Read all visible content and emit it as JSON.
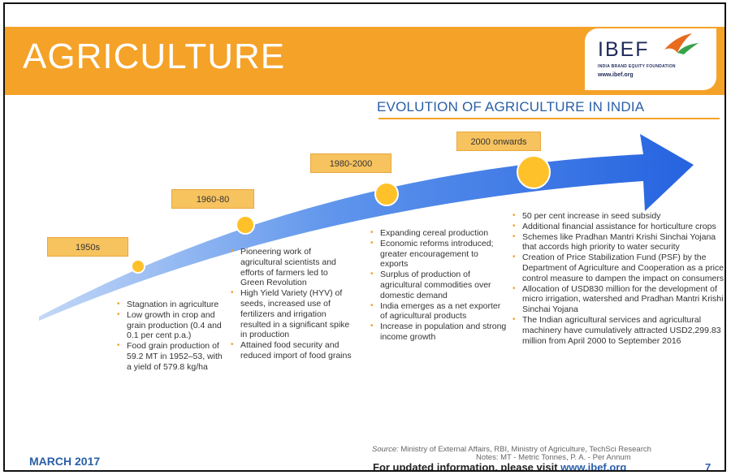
{
  "header": {
    "title": "AGRICULTURE",
    "logo_text": "IBEF",
    "logo_tagline": "INDIA BRAND EQUITY FOUNDATION",
    "logo_url": "www.ibef.org"
  },
  "subtitle": "EVOLUTION OF AGRICULTURE IN INDIA",
  "colors": {
    "accent_orange": "#f5a228",
    "tag_fill": "#f7c35f",
    "arrow_blue": "#2f6fe0",
    "milestone_dot": "#ffc12a",
    "title_blue": "#2a5fa8"
  },
  "eras": [
    {
      "label": "1950s",
      "bullets": [
        "Stagnation in agriculture",
        "Low growth in crop and grain production (0.4 and 0.1 per cent p.a.)",
        "Food grain production of 59.2 MT in 1952–53, with a yield of 579.8 kg/ha"
      ]
    },
    {
      "label": "1960-80",
      "bullets": [
        "Pioneering work of agricultural scientists and efforts of farmers led to Green Revolution",
        "High Yield Variety (HYV) of seeds, increased use of fertilizers and irrigation resulted in a significant spike in production",
        "Attained food security and reduced import of food grains"
      ]
    },
    {
      "label": "1980-2000",
      "bullets": [
        "Expanding cereal production",
        "Economic reforms introduced; greater encouragement to exports",
        "Surplus of production of agricultural commodities over domestic demand",
        "India emerges as a net exporter of agricultural products",
        "Increase in population and strong income growth"
      ]
    },
    {
      "label": "2000 onwards",
      "bullets": [
        "50 per cent increase in seed subsidy",
        "Additional financial assistance for horticulture crops",
        "Schemes like Pradhan Mantri Krishi Sinchai Yojana that accords high priority to water security",
        "Creation of Price Stabilization Fund (PSF) by the Department of Agriculture and Cooperation as a price control measure to dampen the impact on consumers",
        "Allocation of USD830 million for the development of micro irrigation, watershed and Pradhan Mantri Krishi Sinchai Yojana",
        "The Indian agricultural services and agricultural machinery have cumulatively attracted USD2,299.83 million from April 2000 to September 2016"
      ]
    }
  ],
  "source": {
    "label": "Source:",
    "text": "Ministry of External Affairs, RBI, Ministry of Agriculture, TechSci Research"
  },
  "notes": "Notes: MT - Metric Tonnes, P. A. - Per Annum",
  "footer": {
    "date": "MARCH 2017",
    "cta": "For updated information, please visit",
    "link": "www.ibef.org",
    "page": "7"
  }
}
